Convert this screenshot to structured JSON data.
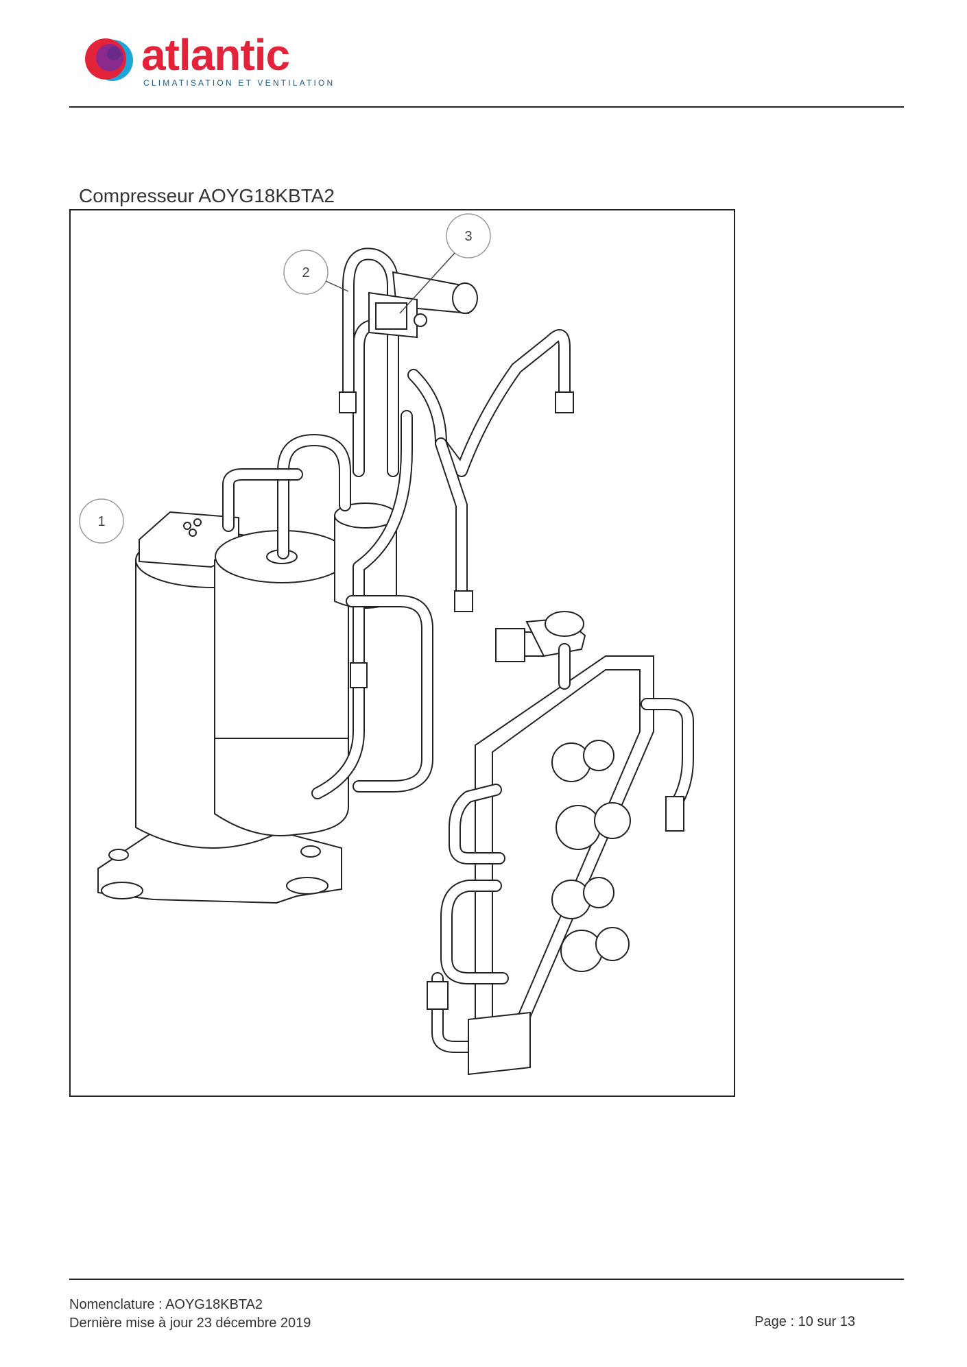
{
  "header": {
    "brand_name": "atlantic",
    "brand_tagline": "CLIMATISATION ET VENTILATION",
    "brand_colors": {
      "red": "#e2233a",
      "purple": "#8a2a8c",
      "blue": "#1fa6d8",
      "navy": "#1c5a8c"
    }
  },
  "section": {
    "title": "Compresseur AOYG18KBTA2"
  },
  "figure": {
    "callouts": [
      {
        "label": "1"
      },
      {
        "label": "2"
      },
      {
        "label": "3"
      }
    ]
  },
  "footer": {
    "nomenclature": "Nomenclature : AOYG18KBTA2",
    "updated": "Dernière mise à jour 23 décembre 2019",
    "page": "Page : 10 sur 13"
  }
}
